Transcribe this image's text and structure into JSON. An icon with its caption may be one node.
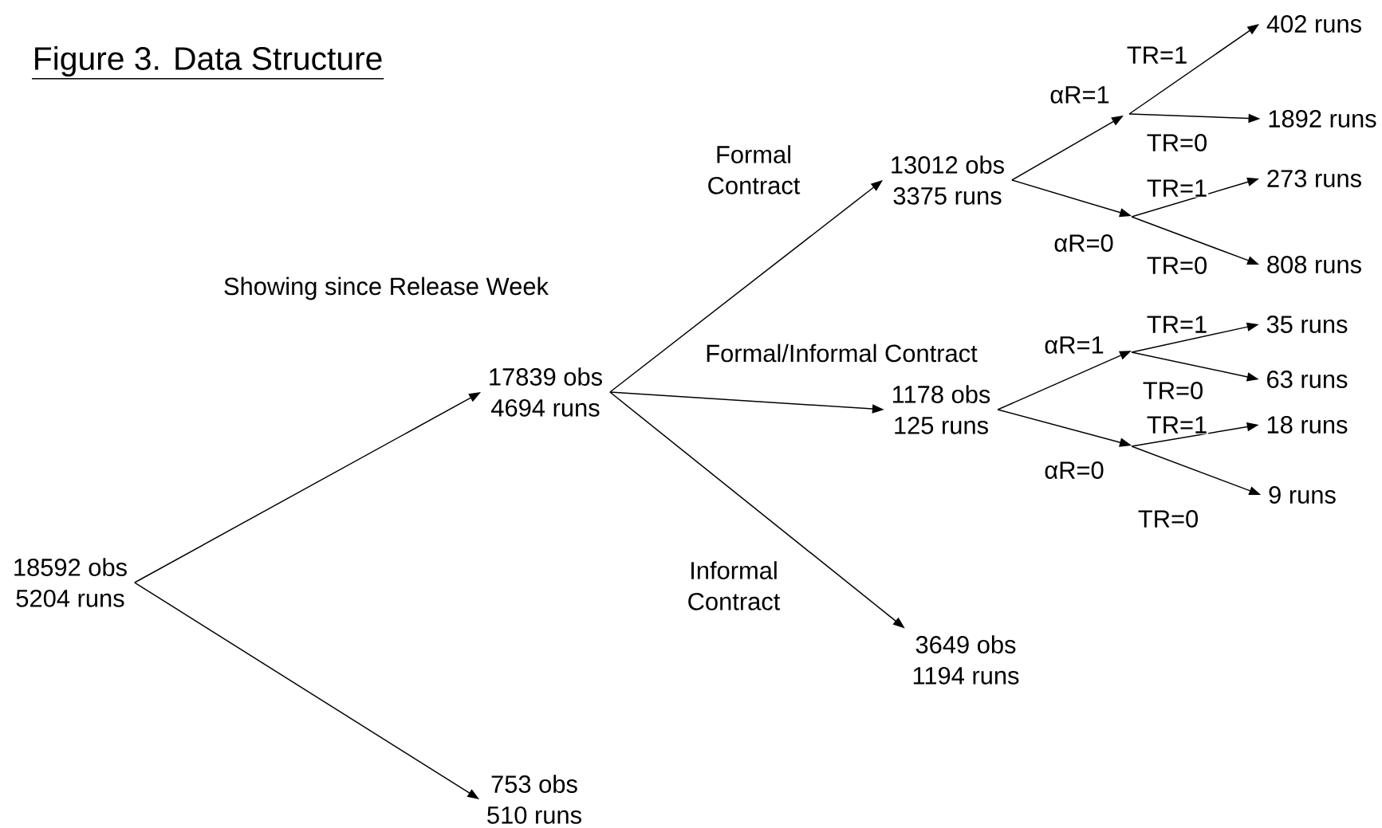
{
  "diagram": {
    "title": "Figure 3. Data Structure",
    "nodes": [
      {
        "text": [
          "18592 obs",
          "5204 runs"
        ]
      },
      {
        "text": [
          "17839 obs",
          "4694 runs"
        ]
      },
      {
        "text": [
          "753 obs",
          "510 runs"
        ]
      },
      {
        "text": [
          "13012 obs",
          "3375 runs"
        ]
      },
      {
        "text": [
          "1178 obs",
          "125 runs"
        ]
      },
      {
        "text": [
          "3649 obs",
          "1194 runs"
        ]
      },
      {
        "text": [
          "402 runs"
        ]
      },
      {
        "text": [
          "1892 runs"
        ]
      },
      {
        "text": [
          "273 runs"
        ]
      },
      {
        "text": [
          "808 runs"
        ]
      },
      {
        "text": [
          "35 runs"
        ]
      },
      {
        "text": [
          "63 runs"
        ]
      },
      {
        "text": [
          "18 runs"
        ]
      },
      {
        "text": [
          "9 runs"
        ]
      }
    ],
    "edges": [
      {
        "from": 0,
        "to": 1,
        "arrow": "to"
      },
      {
        "from": 0,
        "to": 2,
        "arrow": "to"
      },
      {
        "from": 1,
        "to": 3,
        "arrow": "to",
        "label": "Formal Contract"
      },
      {
        "from": 1,
        "to": 4,
        "arrow": "to",
        "label": "Formal/Informal Contract"
      },
      {
        "from": 1,
        "to": 5,
        "arrow": "to",
        "label": "Informal Contract"
      },
      {
        "from": 3,
        "to": null,
        "arrow": "to",
        "label": "αR=1"
      },
      {
        "from": 3,
        "to": null,
        "arrow": "to",
        "label": "αR=0"
      },
      {
        "from": null,
        "to": 6,
        "arrow": "to",
        "label": "TR=1"
      },
      {
        "from": null,
        "to": 7,
        "arrow": "to",
        "label": "TR=0"
      },
      {
        "from": null,
        "to": 8,
        "arrow": "to",
        "label": "TR=1"
      },
      {
        "from": null,
        "to": 9,
        "arrow": "to",
        "label": "TR=0"
      },
      {
        "from": 4,
        "to": null,
        "arrow": "to",
        "label": "αR=1"
      },
      {
        "from": 4,
        "to": null,
        "arrow": "to",
        "label": "αR=0"
      },
      {
        "from": null,
        "to": 10,
        "arrow": "to",
        "label": "TR=1"
      },
      {
        "from": null,
        "to": 11,
        "arrow": "to",
        "label": "TR=0"
      },
      {
        "from": null,
        "to": 12,
        "arrow": "to",
        "label": "TR=1"
      },
      {
        "from": null,
        "to": 13,
        "arrow": "to",
        "label": "TR=0"
      }
    ],
    "labels": [
      "Showing since Release Week"
    ]
  }
}
